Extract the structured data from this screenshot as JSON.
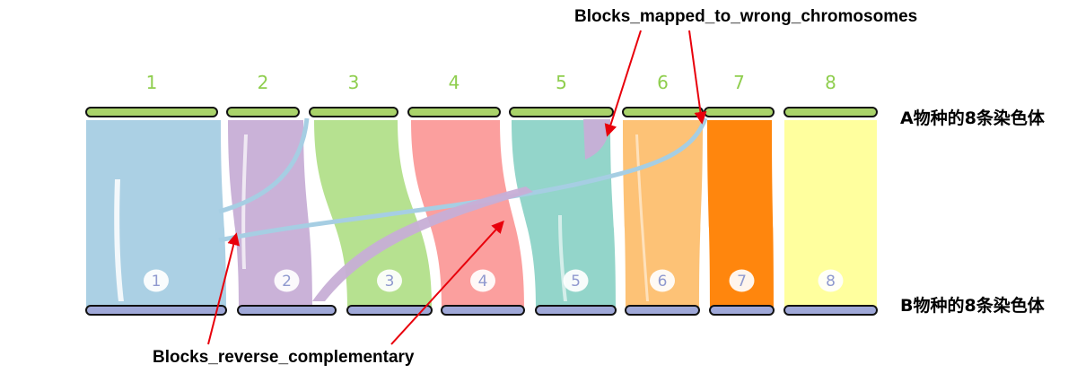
{
  "top_species_label": "A物种的8条染色体",
  "bottom_species_label": "B物种的8条染色体",
  "annotations": {
    "wrong_chromosomes": "Blocks_mapped_to_wrong_chromosomes",
    "reverse_complementary": "Blocks_reverse_complementary"
  },
  "colors": {
    "annotation_arrow": "#e8000b",
    "chromosome_outline": "#111111",
    "top_bar": "#a9d36a",
    "bottom_bar": "#9fa8d8",
    "top_number": "#8fce4e",
    "bottom_number": "#8f99cf"
  },
  "top_chromosomes": [
    {
      "label": "1"
    },
    {
      "label": "2"
    },
    {
      "label": "3"
    },
    {
      "label": "4"
    },
    {
      "label": "5"
    },
    {
      "label": "6"
    },
    {
      "label": "7"
    },
    {
      "label": "8"
    }
  ],
  "bottom_chromosomes": [
    {
      "label": "1"
    },
    {
      "label": "2"
    },
    {
      "label": "3"
    },
    {
      "label": "4"
    },
    {
      "label": "5"
    },
    {
      "label": "6"
    },
    {
      "label": "7"
    },
    {
      "label": "8"
    }
  ],
  "synteny_colors": [
    "#a6cee3",
    "#c7aed6",
    "#b2df8a",
    "#fb9a99",
    "#8dd3c7",
    "#fdbf6f",
    "#ff7f00",
    "#ffff99"
  ],
  "cross_links": [
    {
      "from_top": "2",
      "to_bottom": "1",
      "color": "#a6cee3"
    },
    {
      "from_top": "7",
      "to_bottom": "1",
      "color": "#a6cee3"
    },
    {
      "from_top": "5",
      "to_bottom": "2",
      "color": "#c7aed6"
    }
  ]
}
